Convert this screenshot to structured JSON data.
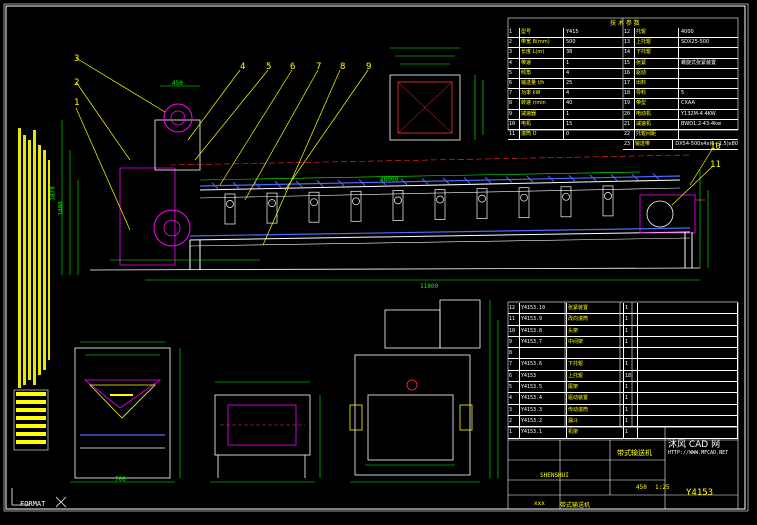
{
  "drawing": {
    "part_number": "Y4153",
    "watermark_line1": "沐风 CAD 网",
    "watermark_line2": "HTTP://WWW.MFCAD.NET",
    "axis_label": "FORMAT",
    "callouts": [
      "1",
      "2",
      "3",
      "4",
      "5",
      "6",
      "7",
      "8",
      "9",
      "10",
      "11"
    ]
  },
  "top_spec_table": {
    "title": "技 术 参 数",
    "left_rows": [
      {
        "n": "1",
        "k": "型号",
        "v": "Y415"
      },
      {
        "n": "2",
        "k": "带宽 B(mm)",
        "v": "500"
      },
      {
        "n": "3",
        "k": "长度 L(m)",
        "v": "38"
      },
      {
        "n": "4",
        "k": "带速",
        "v": "1"
      },
      {
        "n": "5",
        "k": "倾角",
        "v": "4"
      },
      {
        "n": "6",
        "k": "输送量 t/h",
        "v": "25"
      },
      {
        "n": "7",
        "k": "功率 kW",
        "v": "4"
      },
      {
        "n": "8",
        "k": "转速 r/min",
        "v": "40"
      },
      {
        "n": "9",
        "k": "减速器",
        "v": "1"
      },
      {
        "n": "10",
        "k": "电机",
        "v": "15"
      },
      {
        "n": "11",
        "k": "滚筒 D",
        "v": "0"
      }
    ],
    "right_rows": [
      {
        "n": "12",
        "k": "托辊",
        "v": "4000"
      },
      {
        "n": "13",
        "k": "上托辊",
        "v": "SDX25-500"
      },
      {
        "n": "14",
        "k": "下托辊",
        "v": ""
      },
      {
        "n": "15",
        "k": "张紧",
        "v": "螺旋式张紧装置"
      },
      {
        "n": "16",
        "k": "驱动",
        "v": ""
      },
      {
        "n": "17",
        "k": "出料",
        "v": ""
      },
      {
        "n": "18",
        "k": "导料",
        "v": "5"
      },
      {
        "n": "19",
        "k": "带型",
        "v": "CXAA"
      },
      {
        "n": "20",
        "k": "电动机",
        "v": "Y132M-4 4KW"
      },
      {
        "n": "21",
        "k": "减速机",
        "v": "BWD1.2-43-4kw"
      },
      {
        "n": "22",
        "k": "托辊间距",
        "v": ""
      },
      {
        "n": "23",
        "k": "输送带",
        "v": "DX54-500x4x(5+1.5)x80"
      }
    ]
  },
  "bom_table": {
    "rows": [
      {
        "n": "12",
        "code": "Y4153.10",
        "name": "张紧装置",
        "qty": "1"
      },
      {
        "n": "11",
        "code": "Y4153.9",
        "name": "改向滚筒",
        "qty": "1"
      },
      {
        "n": "10",
        "code": "Y4153.8",
        "name": "头架",
        "qty": "1"
      },
      {
        "n": "9",
        "code": "Y4153.7",
        "name": "中间架",
        "qty": "1"
      },
      {
        "n": "8",
        "code": "",
        "name": "",
        "qty": ""
      },
      {
        "n": "7",
        "code": "Y4153.6",
        "name": "下托辊",
        "qty": "1"
      },
      {
        "n": "6",
        "code": "Y4153",
        "name": "上托辊",
        "qty": "18"
      },
      {
        "n": "5",
        "code": "Y4153.5",
        "name": "尾架",
        "qty": "1"
      },
      {
        "n": "4",
        "code": "Y4153.4",
        "name": "驱动装置",
        "qty": "1"
      },
      {
        "n": "3",
        "code": "Y4153.3",
        "name": "传动滚筒",
        "qty": "1"
      },
      {
        "n": "2",
        "code": "Y4153.2",
        "name": "漏斗",
        "qty": "1"
      },
      {
        "n": "1",
        "code": "Y4153.1",
        "name": "机架",
        "qty": "1"
      }
    ]
  },
  "title_block": {
    "drawing_name": "带式输送机",
    "scale": "1:25",
    "weight": "450",
    "designer": "xxx",
    "date": "带式输送机",
    "company": "SHENSHUI"
  },
  "dimensions": {
    "total_length": "38000",
    "elevation": "1400",
    "head_height": "1870",
    "drive_width": "450",
    "section_width": "700",
    "bottom_length": "11800"
  }
}
